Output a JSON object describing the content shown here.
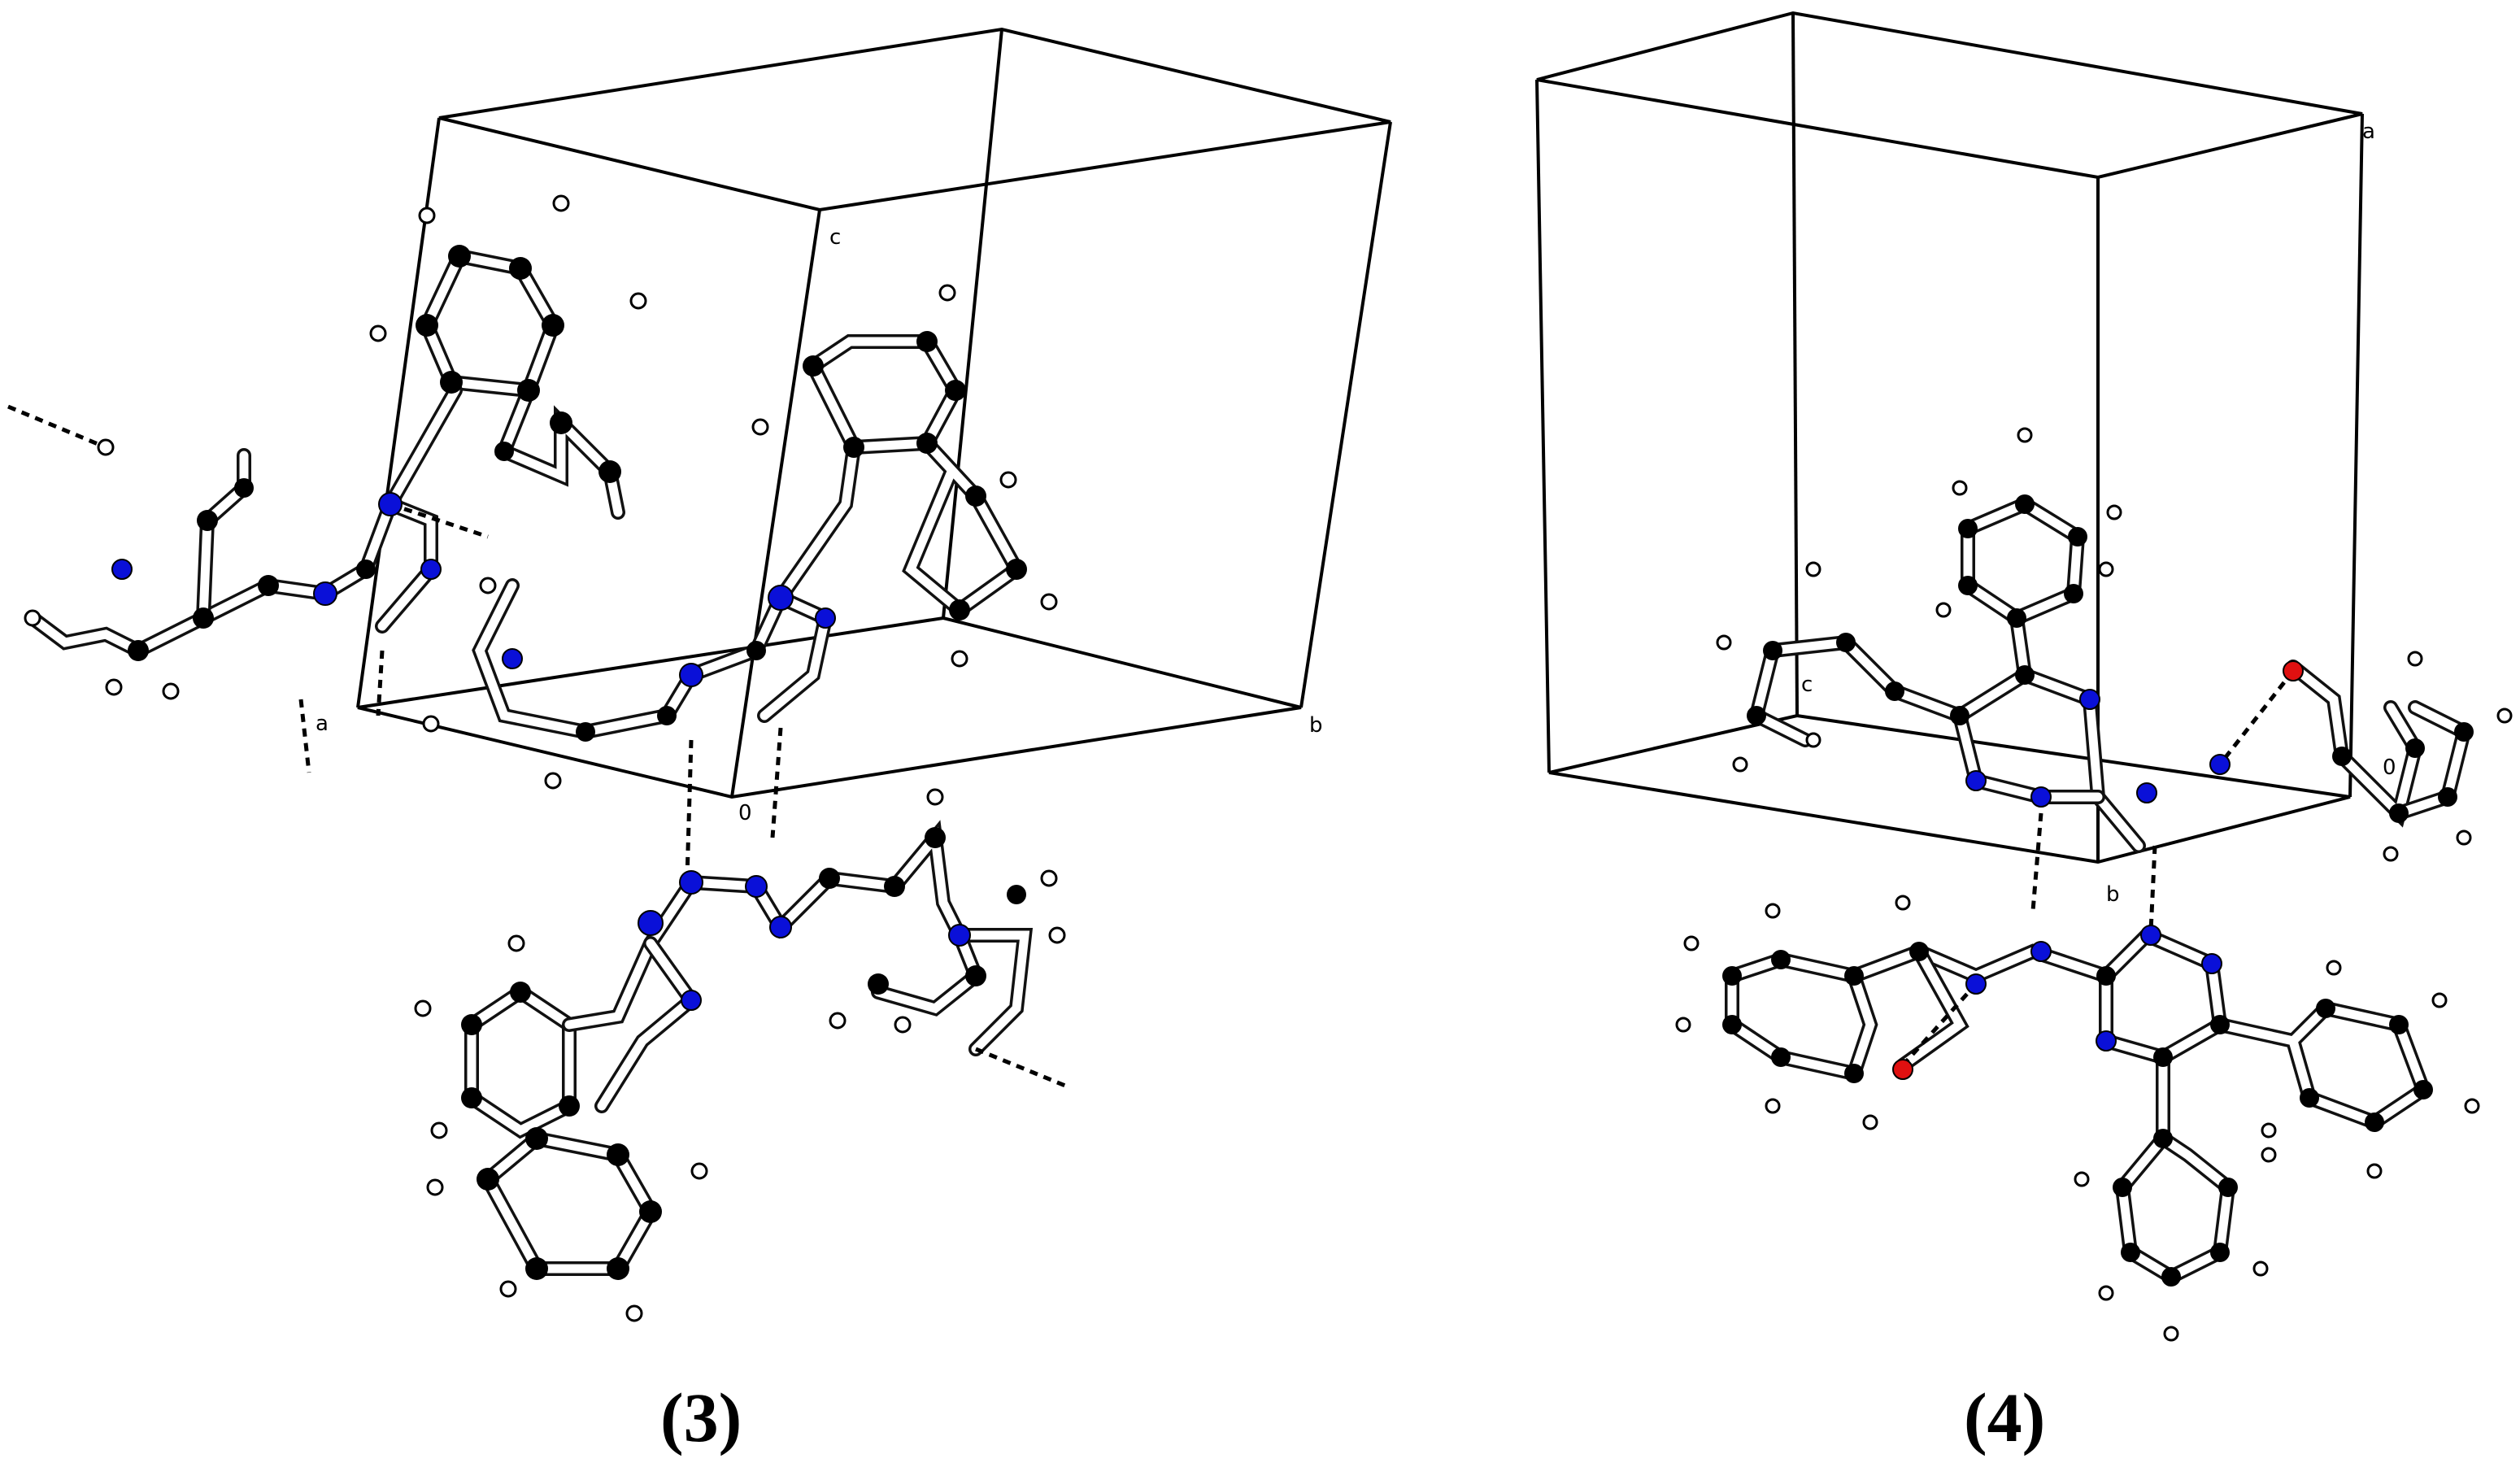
{
  "panels": [
    {
      "caption": "(3)",
      "axis_labels": {
        "c": "c",
        "a": "a",
        "b": "b",
        "origin": "0"
      }
    },
    {
      "caption": "(4)",
      "axis_labels": {
        "c": "c",
        "a": "a",
        "b": "b",
        "origin": "0"
      }
    }
  ],
  "atom_colors": {
    "carbon": "#000000",
    "nitrogen": "#0a10d8",
    "oxygen": "#e01010",
    "hydrogen": "#ffffff"
  },
  "line_styles": {
    "hydrogen_bond": "dashed",
    "unit_cell": "solid"
  }
}
